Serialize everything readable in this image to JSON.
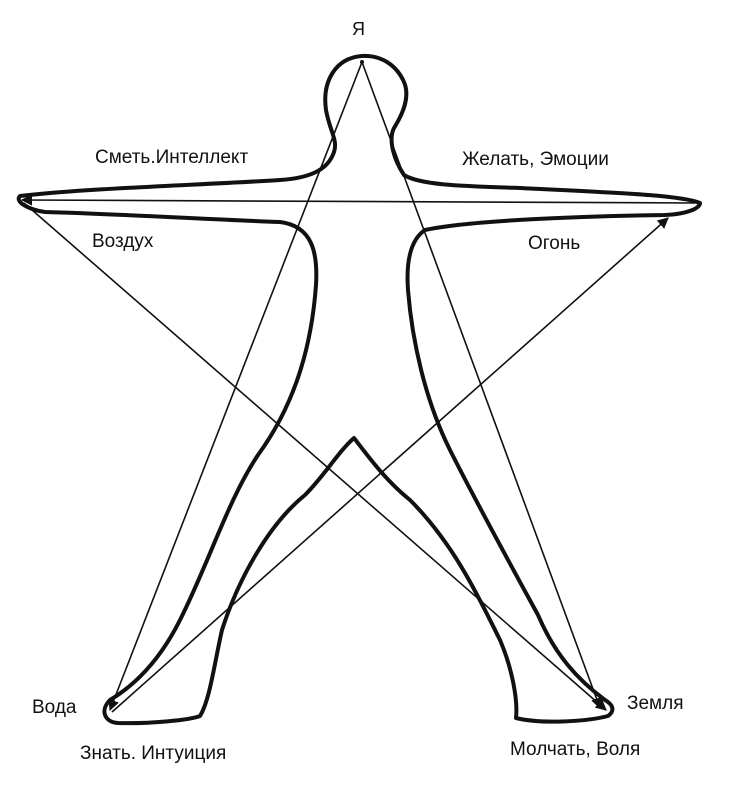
{
  "labels": {
    "top": "Я",
    "upper_left": "Сметь.Интеллект",
    "upper_right": "Желать, Эмоции",
    "left_element": "Воздух",
    "right_element": "Огонь",
    "lower_left_element": "Вода",
    "lower_right_element": "Земля",
    "lower_left_caption": "Знать. Интуиция",
    "lower_right_caption": "Молчать, Воля"
  },
  "colors": {
    "line": "#111111",
    "background": "#ffffff"
  }
}
